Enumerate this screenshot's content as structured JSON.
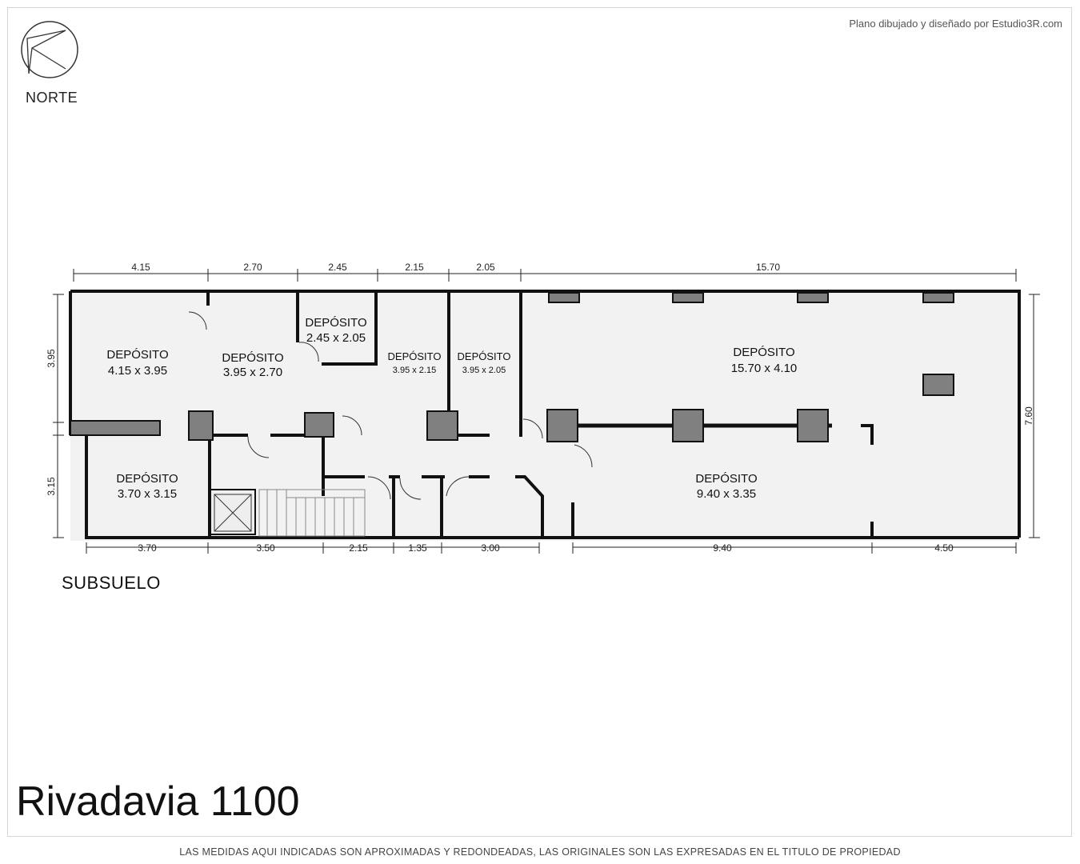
{
  "credit": "Plano dibujado y diseñado por Estudio3R.com",
  "north": {
    "label": "NORTE",
    "icon": "north-arrow-icon"
  },
  "level": "SUBSUELO",
  "title": "Rivadavia 1100",
  "disclaimer": "LAS MEDIDAS AQUI INDICADAS SON APROXIMADAS Y REDONDEADAS, LAS ORIGINALES SON LAS EXPRESADAS EN EL TITULO DE PROPIEDAD",
  "rooms": [
    {
      "name": "DEPÓSITO",
      "size": "4.15 x 3.95"
    },
    {
      "name": "DEPÓSITO",
      "size": "3.95 x 2.70"
    },
    {
      "name": "DEPÓSITO",
      "size": "2.45 x 2.05"
    },
    {
      "name": "DEPÓSITO",
      "size": "3.95 x 2.15"
    },
    {
      "name": "DEPÓSITO",
      "size": "3.95 x 2.05"
    },
    {
      "name": "DEPÓSITO",
      "size": "15.70 x 4.10"
    },
    {
      "name": "DEPÓSITO",
      "size": "3.70 x 3.15"
    },
    {
      "name": "DEPÓSITO",
      "size": "9.40 x 3.35"
    }
  ],
  "dimensions": {
    "top": [
      "4.15",
      "2.70",
      "2.45",
      "2.15",
      "2.05",
      "15.70"
    ],
    "bottom": [
      "3.70",
      "3.50",
      "2.15",
      "1.35",
      "3.00",
      "9.40",
      "4.50"
    ],
    "left": [
      "3.95",
      "3.15"
    ],
    "right": [
      "7.60"
    ]
  },
  "colors": {
    "wall": "#111111",
    "pillar": "#808080",
    "floor": "#f2f2f2"
  }
}
